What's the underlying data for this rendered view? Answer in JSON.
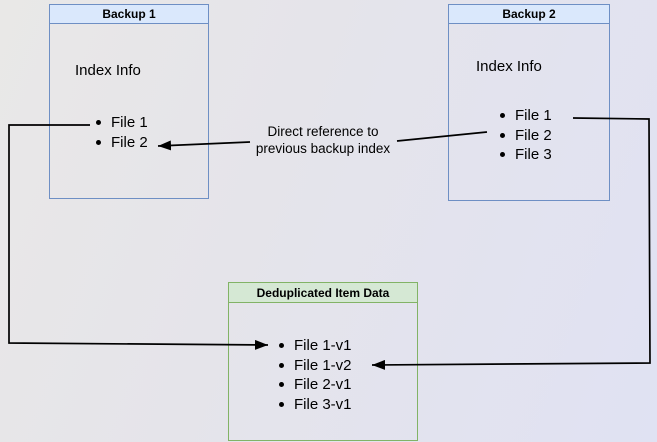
{
  "boxes": {
    "backup1": {
      "title": "Backup 1",
      "body_label": "Index Info",
      "items": [
        "File 1",
        "File 2"
      ]
    },
    "backup2": {
      "title": "Backup 2",
      "body_label": "Index Info",
      "items": [
        "File 1",
        "File 2",
        "File 3"
      ]
    },
    "dedup": {
      "title": "Deduplicated Item Data",
      "items": [
        "File 1-v1",
        "File 1-v2",
        "File 2-v1",
        "File 3-v1"
      ]
    }
  },
  "annotations": {
    "direct_reference": {
      "line1": "Direct reference to",
      "line2": "previous backup index"
    }
  },
  "colors": {
    "blue_header_fill": "#dae8fc",
    "blue_border": "#6e8fc4",
    "green_header_fill": "#d5e8d4",
    "green_border": "#82b366",
    "edge_line": "#000000",
    "background_start": "#e9e8e7",
    "background_end": "#e0e2f3"
  }
}
